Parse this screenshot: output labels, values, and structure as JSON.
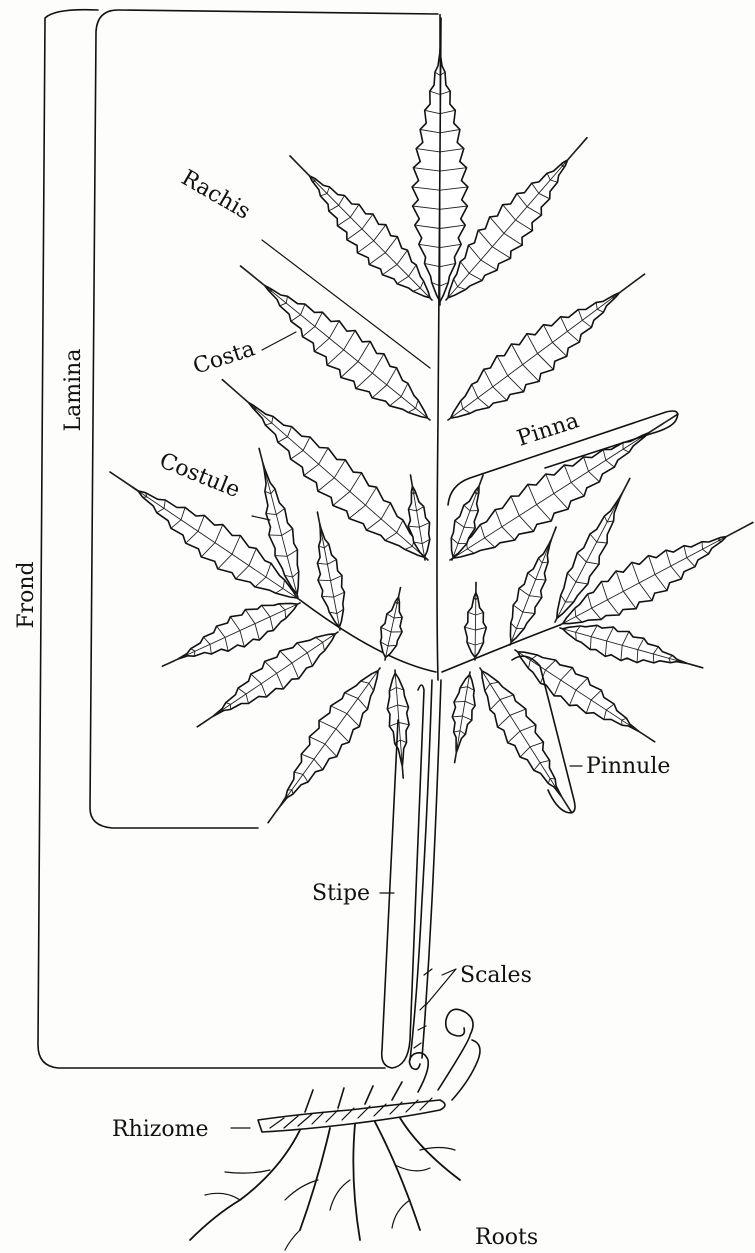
{
  "diagram": {
    "labels": {
      "frond": "Frond",
      "lamina": "Lamina",
      "rachis": "Rachis",
      "costa": "Costa",
      "costule": "Costule",
      "pinna": "Pinna",
      "pinnule": "Pinnule",
      "stipe": "Stipe",
      "scales": "Scales",
      "rhizome": "Rhizome",
      "roots": "Roots"
    }
  }
}
